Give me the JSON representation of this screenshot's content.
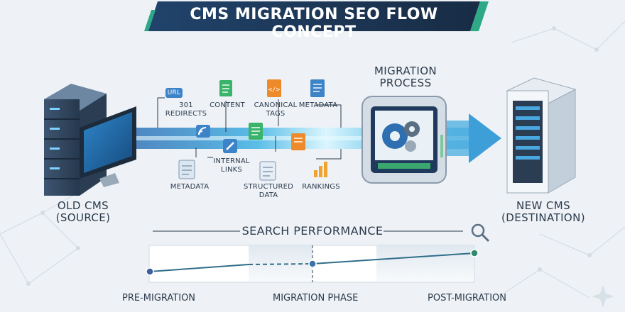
{
  "title": "CMS MIGRATION SEO FLOW CONCEPT",
  "old_cms": {
    "line1": "OLD CMS",
    "line2": "(SOURCE)"
  },
  "new_cms": {
    "line1": "NEW CMS",
    "line2": "(DESTINATION)"
  },
  "migration_process": {
    "line1": "MIGRATION",
    "line2": "PROCESS"
  },
  "url_badge": "URL",
  "elements": {
    "redirects": {
      "line1": "301",
      "line2": "REDIRECTS"
    },
    "content": "CONTENT",
    "canonical": {
      "line1": "CANONICAL",
      "line2": "TAGS"
    },
    "metadata_top": "METADATA",
    "internal_links": {
      "line1": "INTERNAL",
      "line2": "LINKS"
    },
    "metadata_bottom": "METADATA",
    "structured_data": {
      "line1": "STRUCTURED",
      "line2": "DATA"
    },
    "rankings": "RANKINGS"
  },
  "chart": {
    "title": "SEARCH PERFORMANCE",
    "phases": [
      "PRE-MIGRATION",
      "MIGRATION PHASE",
      "POST-MIGRATION"
    ],
    "colors": {
      "line": "#2f6e8a",
      "point_start": "#3b5f99",
      "point_mid": "#3b72a8",
      "point_end": "#2e8a6a"
    }
  },
  "colors": {
    "banner": "#1e3550",
    "banner_accent": "#2fa888",
    "arrow": "#3d9ed8",
    "glow": "#bff0ff"
  }
}
